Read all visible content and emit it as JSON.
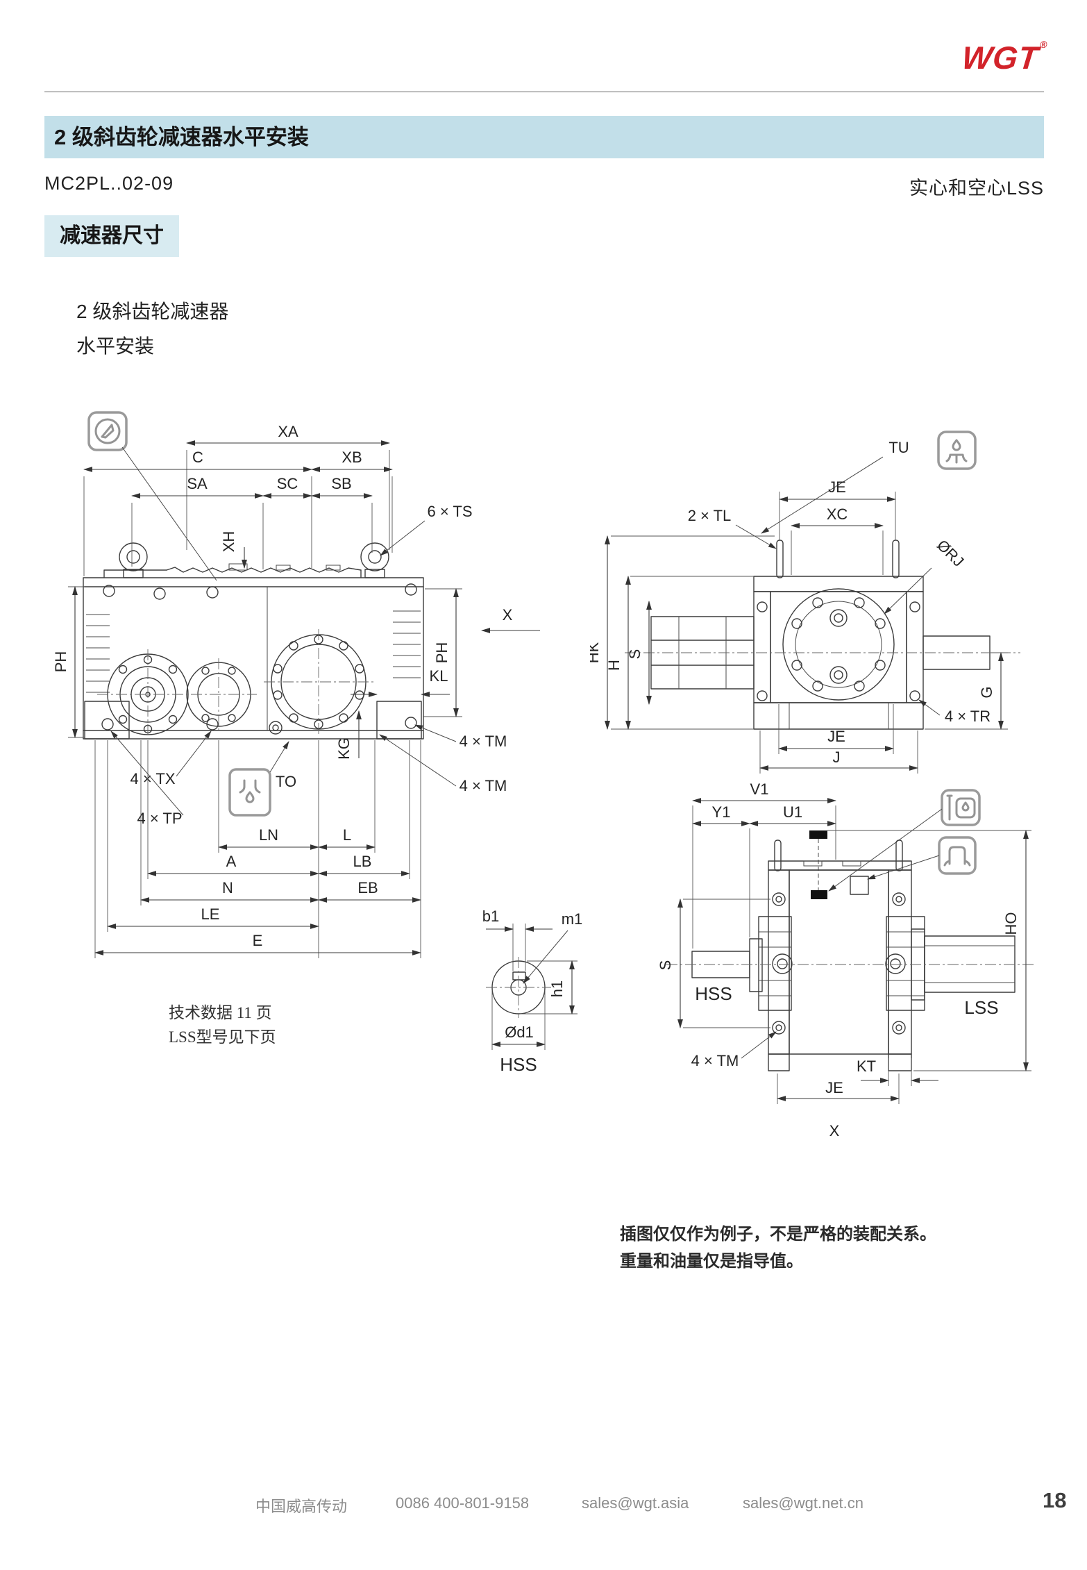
{
  "page": {
    "logo_text": "WGT",
    "logo_mark": "®",
    "title_bar": "2 级斜齿轮减速器水平安装",
    "model_code": "MC2PL..02-09",
    "shaft_note": "实心和空心LSS",
    "section_chip": "减速器尺寸",
    "drawing_caption_line1": "2 级斜齿轮减速器",
    "drawing_caption_line2": "水平安装",
    "ref_line1": "技术数据 11 页",
    "ref_line2": "LSS型号见下页",
    "disclaimer_line1": "插图仅仅作为例子，不是严格的装配关系。",
    "disclaimer_line2": "重量和油量仅是指导值。",
    "page_number": "18"
  },
  "footer": {
    "company": "中国威高传动",
    "phone": "0086 400-801-9158",
    "email_asia": "sales@wgt.asia",
    "email_cn": "sales@wgt.net.cn"
  },
  "front_view": {
    "XA": "XA",
    "C": "C",
    "XB": "XB",
    "SA": "SA",
    "SC": "SC",
    "SB": "SB",
    "TS6": "6 × TS",
    "XH": "XH",
    "PH": "PH",
    "X": "X",
    "KL": "KL",
    "KG": "KG",
    "TO": "TO",
    "TX4": "4 × TX",
    "TP4": "4 × TP",
    "TM4": "4 × TM",
    "LN": "LN",
    "L": "L",
    "A": "A",
    "LB": "LB",
    "N": "N",
    "EB": "EB",
    "LE": "LE",
    "E": "E"
  },
  "side_view": {
    "TU": "TU",
    "JE": "JE",
    "XC": "XC",
    "TL2": "2 × TL",
    "RJ": "ØRJ",
    "HK": "HK",
    "H": "H",
    "S": "S",
    "G": "G",
    "TR4": "4 × TR",
    "J": "J"
  },
  "rear_view": {
    "V1": "V1",
    "Y1": "Y1",
    "U1": "U1",
    "HO": "HO",
    "S": "S",
    "HSS": "HSS",
    "LSS": "LSS",
    "TM4": "4 × TM",
    "KT": "KT",
    "JE": "JE",
    "X": "X"
  },
  "shaft_detail": {
    "b1": "b1",
    "m1": "m1",
    "h1": "h1",
    "d1": "Ød1",
    "HSS": "HSS"
  },
  "icons": {
    "oil_sight_glass": "oil-sight-glass-icon",
    "oil_drain": "oil-drain-icon",
    "breather": "breather-icon",
    "oil_dipstick": "oil-dipstick-icon",
    "mounting_bracket": "mounting-bracket-icon"
  },
  "colors": {
    "logo_red": "#d2232a",
    "header_bar_bg": "#c2dfe9",
    "chip_bg": "#d8ebf1",
    "drawing_line": "#3c3c3c",
    "footer_text": "#8c8c8c"
  }
}
